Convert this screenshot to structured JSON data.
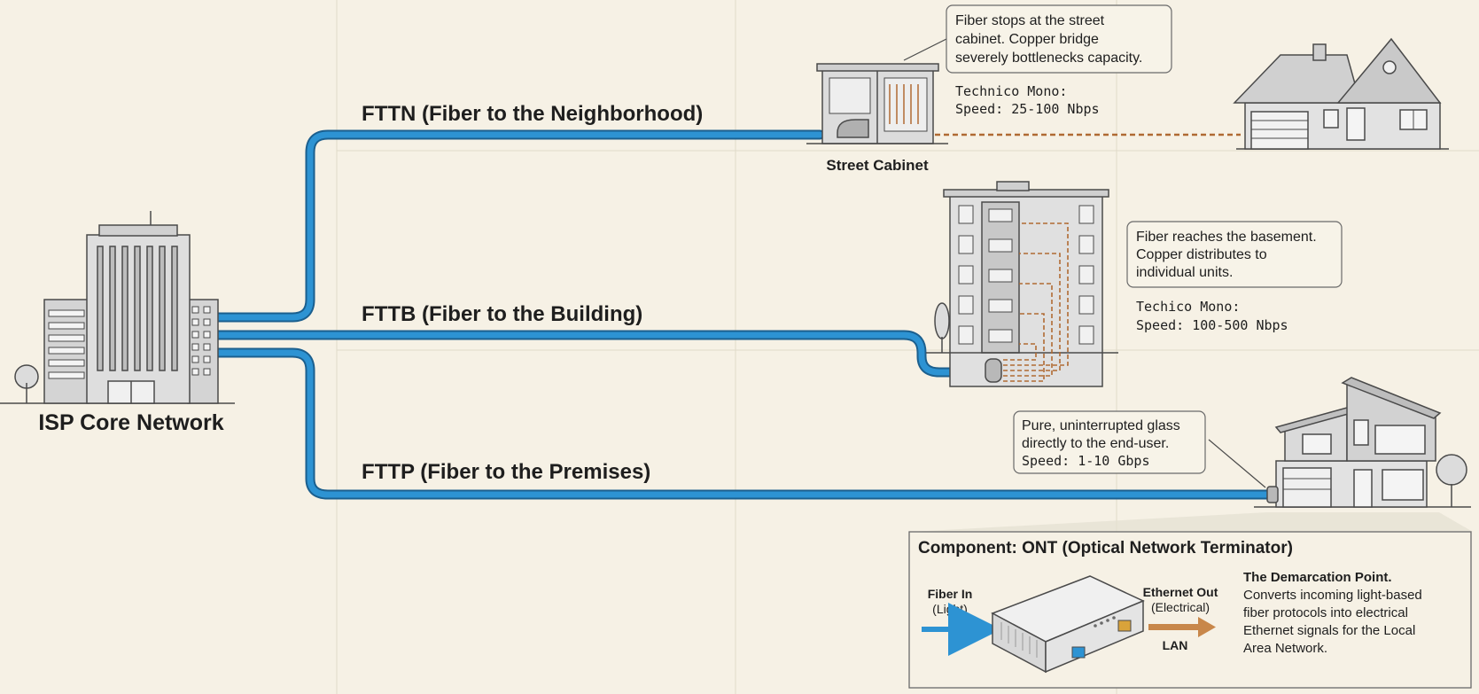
{
  "core": {
    "label": "ISP Core Network"
  },
  "fttn": {
    "label": "FTTN (Fiber to the Neighborhood)",
    "cabinet_label": "Street Cabinet",
    "callout_lines": [
      "Fiber stops at the street",
      "cabinet. Copper bridge",
      "severely bottlenecks capacity."
    ],
    "spec_name": "Technico Mono:",
    "spec_speed": "Speed: 25-100 Nbps"
  },
  "fttb": {
    "label": "FTTB (Fiber to the Building)",
    "callout_lines": [
      "Fiber reaches the basement.",
      "Copper distributes to",
      "individual units."
    ],
    "spec_name": "Techico Mono:",
    "spec_speed": "Speed: 100-500 Nbps"
  },
  "fttp": {
    "label": "FTTP (Fiber to the Premises)",
    "callout_lines": [
      "Pure, uninterrupted glass",
      "directly to the end-user."
    ],
    "callout_speed": "Speed: 1-10 Gbps"
  },
  "ont": {
    "title": "Component: ONT (Optical Network Terminator)",
    "fiber_in": "Fiber In",
    "fiber_in_sub": "(Light)",
    "ethernet_out": "Ethernet Out",
    "ethernet_out_sub": "(Electrical)",
    "lan": "LAN",
    "demarc_title": "The Demarcation Point.",
    "demarc_lines": [
      "Converts incoming light-based",
      "fiber protocols into electrical",
      "Ethernet signals for the Local",
      "Area Network."
    ]
  },
  "colors": {
    "fiber": "#2d93d3",
    "fiber_edge": "#1b5f8e",
    "copper": "#b06a33",
    "building": "#d4d4d4",
    "line": "#4a4a4a",
    "background": "#f6f1e5"
  }
}
